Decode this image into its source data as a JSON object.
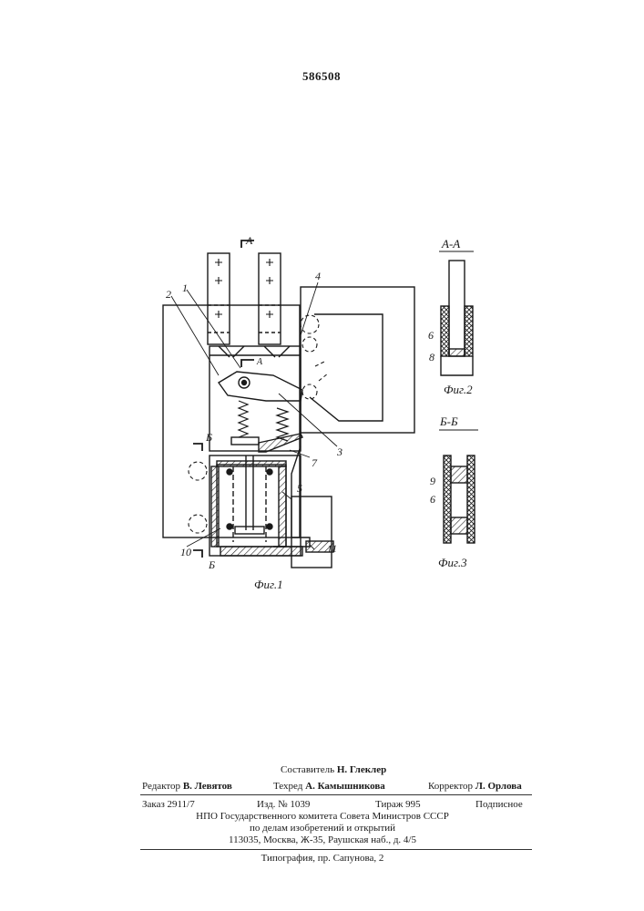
{
  "patent_number": "586508",
  "figures": {
    "fig1_caption": "Фиг.1",
    "fig2_caption": "Фиг.2",
    "fig3_caption": "Фиг.3",
    "section_aa": "А-А",
    "section_bb": "Б-Б",
    "cut_a_top": "А",
    "cut_a_mid": "А",
    "cut_b_left": "Б",
    "cut_b_bottom": "Б",
    "labels": {
      "n1": "1",
      "n2": "2",
      "n3": "3",
      "n4": "4",
      "n5": "5",
      "n6": "6",
      "n7": "7",
      "n8": "8",
      "n9": "9",
      "n10": "10",
      "n11": "11",
      "n6b": "6"
    }
  },
  "footer": {
    "compiler_label": "Составитель",
    "compiler_name": "Н. Глеклер",
    "editor_label": "Редактор",
    "editor_name": "В. Левятов",
    "techred_label": "Техред",
    "techred_name": "А. Камышникова",
    "corrector_label": "Корректор",
    "corrector_name": "Л. Орлова",
    "order": "Заказ 2911/7",
    "izd": "Изд. № 1039",
    "tirazh": "Тираж 995",
    "podpisnoe": "Подписное",
    "org_line1": "НПО Государственного комитета Совета Министров СССР",
    "org_line2": "по делам изобретений и открытий",
    "org_line3": "113035, Москва, Ж-35, Раушская наб., д. 4/5",
    "typography": "Типография, пр. Сапунова, 2"
  }
}
